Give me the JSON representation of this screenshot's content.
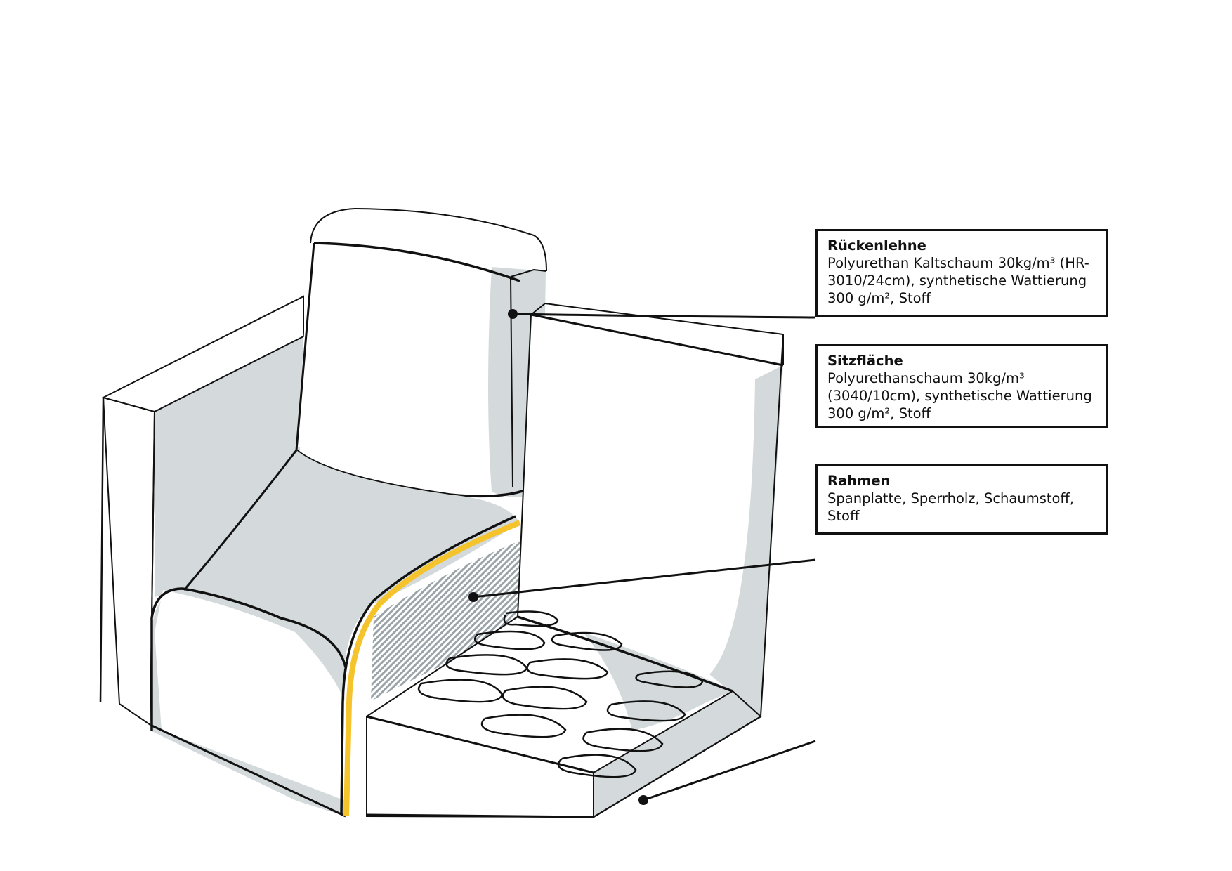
{
  "diagram": {
    "subject": "Sofa module cutaway",
    "colors": {
      "outline": "#111111",
      "shadow": "#d4dadc",
      "padding_accent": "#f5c32c",
      "background": "#ffffff"
    }
  },
  "callouts": [
    {
      "id": "backrest",
      "title": "Rückenlehne",
      "description": "Polyurethan Kaltschaum 30kg/m³ (HR-\n3010/24cm), synthetische Wattierung\n300 g/m², Stoff"
    },
    {
      "id": "seat",
      "title": "Sitzfläche",
      "description": "Polyurethanschaum 30kg/m³\n(3040/10cm), synthetische Wattierung\n300 g/m², Stoff"
    },
    {
      "id": "frame",
      "title": "Rahmen",
      "description": "Spanplatte, Sperrholz, Schaumstoff, Stoff"
    }
  ]
}
